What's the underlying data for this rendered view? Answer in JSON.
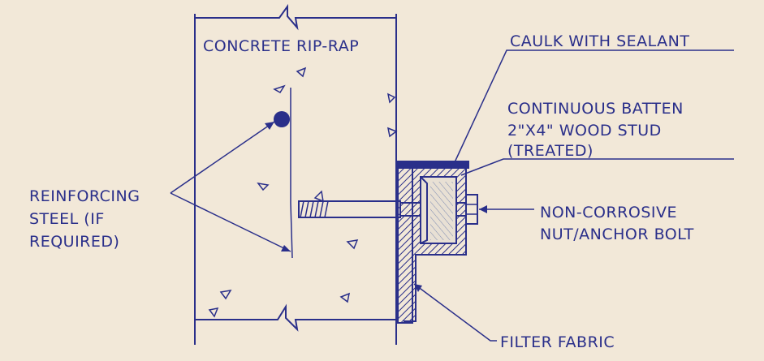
{
  "colors": {
    "ink": "#2a2f8a",
    "paper": "#f2e8d8",
    "hatch": "#2a2f8a"
  },
  "labels": {
    "concrete": "CONCRETE RIP-RAP",
    "caulk": "CAULK WITH SEALANT",
    "batten_line1": "CONTINUOUS BATTEN",
    "batten_line2": "2\"X4\" WOOD STUD",
    "batten_line3": "(TREATED)",
    "steel_line1": "REINFORCING",
    "steel_line2": "STEEL (IF",
    "steel_line3": "REQUIRED)",
    "bolt_line1": "NON-CORROSIVE",
    "bolt_line2": "NUT/ANCHOR BOLT",
    "fabric": "FILTER FABRIC"
  }
}
